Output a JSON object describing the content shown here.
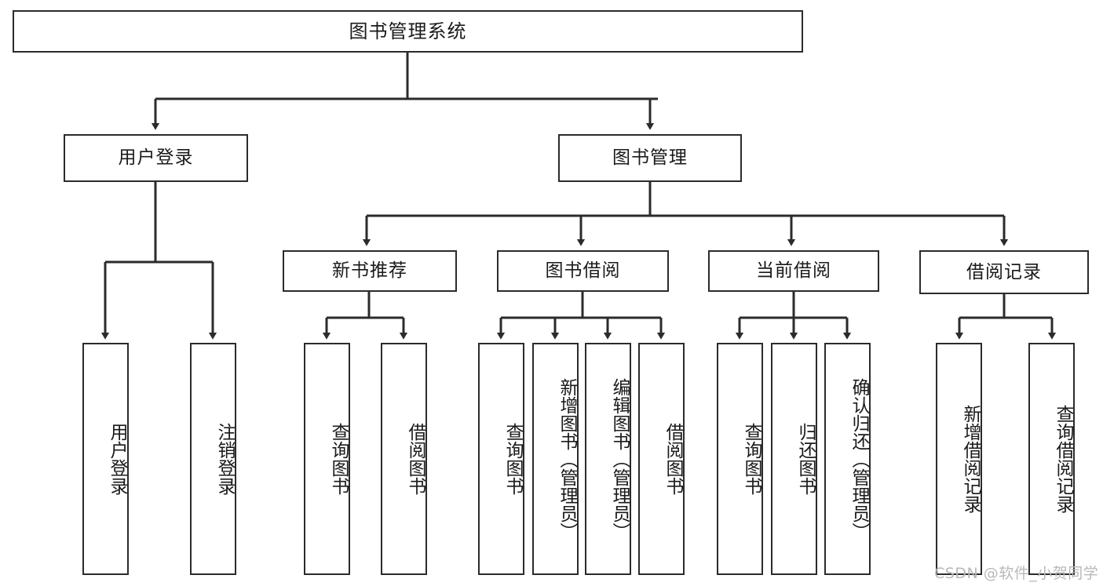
{
  "diagram": {
    "title": "图书管理系统",
    "type": "tree-hierarchy-diagram",
    "watermark": "CSDN @软件_小贺同学",
    "colors": {
      "stroke": "#2b2b2b",
      "fill": "#ffffff",
      "text": "#1a1a1a",
      "watermark": "#b8b8b8"
    },
    "levels": {
      "root_label": "图书管理系统",
      "level2_labels": [
        "用户登录",
        "图书管理"
      ],
      "level3_labels": [
        "新书推荐",
        "图书借阅",
        "当前借阅",
        "借阅记录"
      ]
    },
    "nodes": {
      "root": {
        "label": "图书管理系统"
      },
      "user_login": {
        "label": "用户登录"
      },
      "book_manage": {
        "label": "图书管理"
      },
      "new_book_rec": {
        "label": "新书推荐"
      },
      "book_borrow": {
        "label": "图书借阅"
      },
      "current_borrow": {
        "label": "当前借阅"
      },
      "borrow_record": {
        "label": "借阅记录"
      },
      "leaf_user_login": {
        "label": "用户登录"
      },
      "leaf_user_logout": {
        "label": "注销登录"
      },
      "leaf_rec_query": {
        "label": "查询图书"
      },
      "leaf_rec_borrow": {
        "label": "借阅图书"
      },
      "leaf_borrow_query": {
        "label": "查询图书"
      },
      "leaf_borrow_add": {
        "label": "新增图书（管理员）"
      },
      "leaf_borrow_edit": {
        "label": "编辑图书（管理员）"
      },
      "leaf_borrow_lend": {
        "label": "借阅图书"
      },
      "leaf_cur_query": {
        "label": "查询图书"
      },
      "leaf_cur_return": {
        "label": "归还图书"
      },
      "leaf_cur_confirm": {
        "label": "确认归还（管理员）"
      },
      "leaf_rec_add": {
        "label": "新增借阅记录"
      },
      "leaf_rec_search": {
        "label": "查询借阅记录"
      }
    },
    "edges": [
      {
        "from": "root",
        "to": "user_login"
      },
      {
        "from": "root",
        "to": "book_manage"
      },
      {
        "from": "user_login",
        "to": "leaf_user_login"
      },
      {
        "from": "user_login",
        "to": "leaf_user_logout"
      },
      {
        "from": "book_manage",
        "to": "new_book_rec"
      },
      {
        "from": "book_manage",
        "to": "book_borrow"
      },
      {
        "from": "book_manage",
        "to": "current_borrow"
      },
      {
        "from": "book_manage",
        "to": "borrow_record"
      },
      {
        "from": "new_book_rec",
        "to": "leaf_rec_query"
      },
      {
        "from": "new_book_rec",
        "to": "leaf_rec_borrow"
      },
      {
        "from": "book_borrow",
        "to": "leaf_borrow_query"
      },
      {
        "from": "book_borrow",
        "to": "leaf_borrow_add"
      },
      {
        "from": "book_borrow",
        "to": "leaf_borrow_edit"
      },
      {
        "from": "book_borrow",
        "to": "leaf_borrow_lend"
      },
      {
        "from": "current_borrow",
        "to": "leaf_cur_query"
      },
      {
        "from": "current_borrow",
        "to": "leaf_cur_return"
      },
      {
        "from": "current_borrow",
        "to": "leaf_cur_confirm"
      },
      {
        "from": "borrow_record",
        "to": "leaf_rec_add"
      },
      {
        "from": "borrow_record",
        "to": "leaf_rec_search"
      }
    ]
  }
}
